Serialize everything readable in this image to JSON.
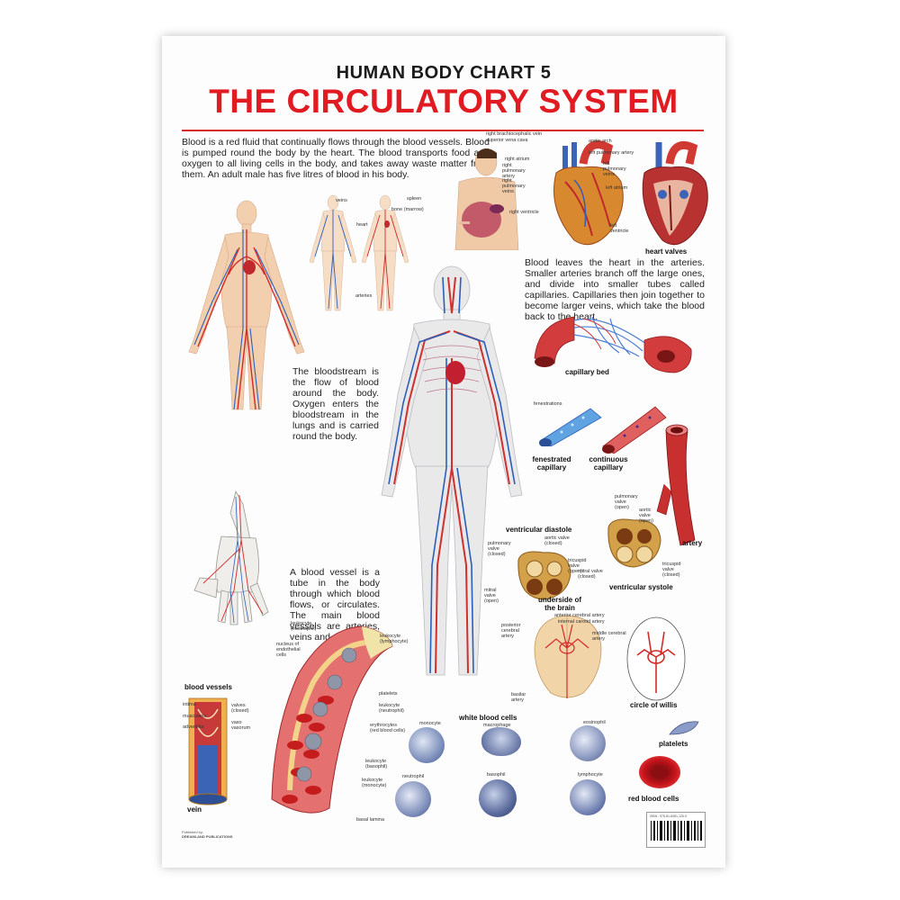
{
  "header": {
    "subtitle": "HUMAN BODY CHART 5",
    "title": "THE CIRCULATORY SYSTEM"
  },
  "paragraphs": {
    "intro": "Blood is a red fluid that continually flows through the blood vessels. Blood is pumped round the body by the heart. The blood transports food and oxygen to all living cells in the body, and takes away waste matter from them. An adult male has five litres of blood in his body.",
    "arteries": "Blood leaves the heart in the arteries. Smaller arteries branch off the large ones, and divide into smaller tubes called capillaries. Capillaries then join together to become larger veins, which take the blood back to the heart.",
    "bloodstream": "The bloodstream is the flow of blood around the body. Oxygen enters the bloodstream in the lungs and is carried round the body.",
    "vessel": "A blood vessel is a tube in the body through which blood flows, or circulates. The main blood vessels are arteries, veins and capillaries."
  },
  "body_labels": {
    "veins": "veins",
    "heart": "heart",
    "arteries": "arteries",
    "spleen": "spleen",
    "bone_marrow": "bone (marrow)"
  },
  "heart_labels": {
    "right_brachiocephalic_vein": "right brachiocephalic vein",
    "superior_vena_cava": "superior vena cava",
    "aortic_arch": "aortic arch",
    "left_pulmonary_artery": "left pulmonary artery",
    "right_atrium": "right atrium",
    "right_pulmonary_artery": "right pulmonary artery",
    "left_pulmonary_veins": "left pulmonary veins",
    "right_pulmonary_veins": "right pulmonary veins",
    "left_atrium": "left atrium",
    "right_ventricle": "right ventricle",
    "left_ventricle": "left ventricle",
    "heart_valves": "heart valves"
  },
  "capillary": {
    "capillary_bed": "capillary bed",
    "fenestrations": "fenestrations",
    "fenestrated": "fenestrated capillary",
    "continuous": "continuous capillary",
    "artery": "artery"
  },
  "valves": {
    "ventricular_diastole": "ventricular diastole",
    "pulmonary_closed": "pulmonary valve (closed)",
    "aortic_closed": "aortic valve (closed)",
    "tricuspid_open": "tricuspid valve (open)",
    "mitral_open": "mitral valve (open)",
    "pulmonary_open": "pulmonary valve (open)",
    "aortic_open": "aortic valve (open)",
    "mitral_closed": "mitral valve (closed)",
    "tricuspid_closed": "tricuspid valve (closed)",
    "ventricular_systole": "ventricular systole"
  },
  "brain": {
    "underside": "underside of the brain",
    "anterior_cerebral": "anterior cerebral artery",
    "internal_carotid": "internal carotid artery",
    "posterior_cerebral": "posterior cerebral artery",
    "middle_cerebral": "middle cerebral artery",
    "basilar": "basilar artery",
    "circle_of_willis": "circle of willis"
  },
  "vessel_labels": {
    "blood_vessels": "blood vessels",
    "intima": "intima",
    "muscularis": "muscularis",
    "adventitia": "adventitia",
    "valves_closed": "valves (closed)",
    "vaso_vasorum": "vaso vasorum",
    "vein": "vein",
    "nucleus": "nucleus of endothelial cells",
    "eosinophil_leukocyte": "leukocyte (eosinophil)",
    "lymphocyte_leukocyte": "leukocyte (lymphocyte)",
    "platelets": "platelets",
    "neutrophil_leukocyte": "leukocyte (neutrophil)",
    "erythrocytes": "erythrocytes (red blood cells)",
    "basophil_leukocyte": "leukocyte (basophil)",
    "monocyte_leukocyte": "leukocyte (monocyte)",
    "basal_lamina": "basal lamina"
  },
  "cells": {
    "white_blood_cells": "white blood cells",
    "monocyte": "monocyte",
    "macrophage": "macrophage",
    "eosinophil": "eosinophil",
    "neutrophil": "neutrophil",
    "basophil": "basophil",
    "lymphocyte": "lymphocyte",
    "platelets": "platelets",
    "red_blood_cells": "red blood cells"
  },
  "publisher": {
    "published_by": "Published by:",
    "name": "DREAMLAND PUBLICATIONS",
    "isbn": "ISBN : 978-81-8451-126-9"
  },
  "colors": {
    "title_red": "#e11b22",
    "artery_red": "#d42a2a",
    "vein_blue": "#2e5fb8",
    "skin": "#f2cfae"
  }
}
